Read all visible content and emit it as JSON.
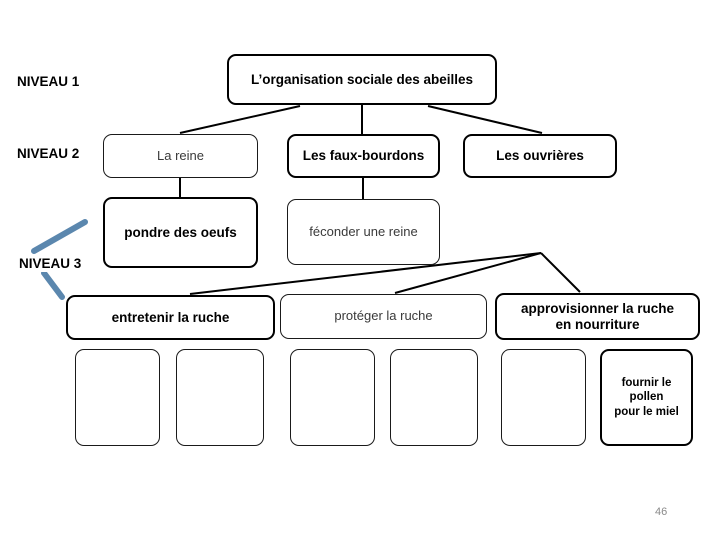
{
  "slide": {
    "page_number": "46",
    "background_color": "#ffffff"
  },
  "level_labels": [
    {
      "name": "niveau-1",
      "text": "NIVEAU 1"
    },
    {
      "name": "niveau-2",
      "text": "NIVEAU 2"
    },
    {
      "name": "niveau-3",
      "text": "NIVEAU 3"
    }
  ],
  "nodes": {
    "title": "L’organisation sociale des abeilles",
    "reine": "La reine",
    "faux_bourdons": "Les faux-bourdons",
    "ouvrieres": "Les ouvrières",
    "pondre": "pondre des oeufs",
    "feconder": "féconder une reine",
    "entretenir": "entretenir la ruche",
    "proteger": "protéger la ruche",
    "approvisionner_line1": "approvisionner la ruche",
    "approvisionner_line2": "en nourriture",
    "pollen_line1": "fournir le",
    "pollen_line2": "pollen",
    "pollen_line3": "pour le miel",
    "empty_1": "",
    "empty_2": "",
    "empty_3": "",
    "empty_4": "",
    "empty_5": ""
  },
  "colors": {
    "stroke": "#000000",
    "scan_text": "#3a3a3a",
    "blue_marker": "#5b87ae",
    "page_number": "#8a8a8a"
  }
}
